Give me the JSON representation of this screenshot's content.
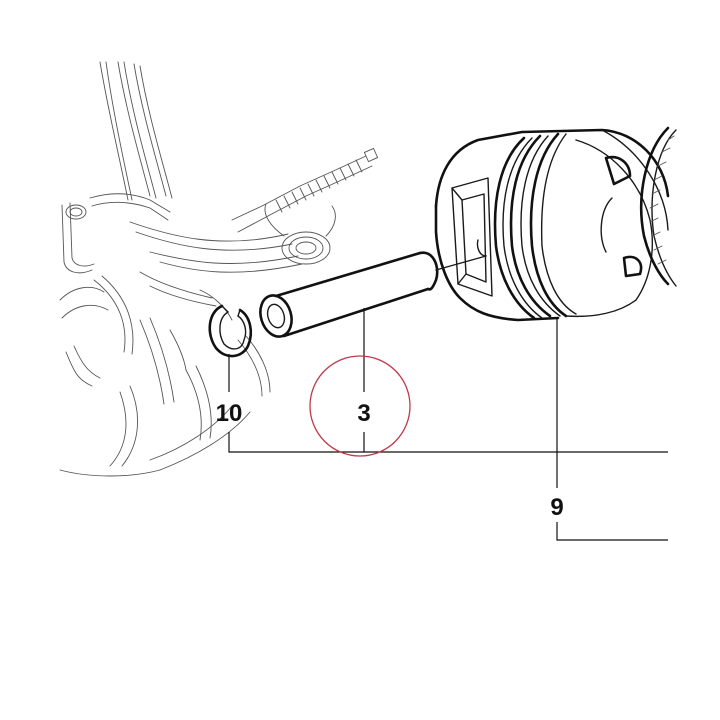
{
  "diagram": {
    "callouts": {
      "circlip": "10",
      "piston_pin": "3",
      "piston": "9"
    },
    "highlight_color": "#c0394b"
  }
}
